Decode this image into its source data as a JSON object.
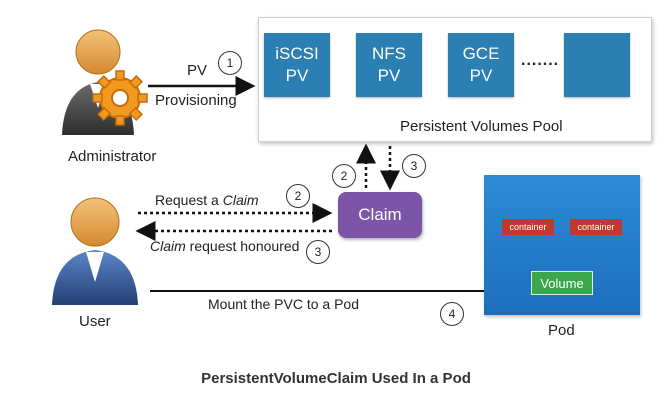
{
  "administrator": {
    "label": "Administrator",
    "icon": "administrator-gear-icon"
  },
  "user": {
    "label": "User",
    "icon": "user-person-icon"
  },
  "pv_provisioning": {
    "line1": "PV",
    "line2": "Provisioning",
    "step": "1"
  },
  "pool": {
    "title": "Persistent Volumes Pool",
    "volumes": [
      {
        "line1": "iSCSI",
        "line2": "PV"
      },
      {
        "line1": "NFS",
        "line2": "PV"
      },
      {
        "line1": "GCE",
        "line2": "PV"
      },
      {
        "line1": "",
        "line2": ""
      }
    ],
    "ellipsis": "......."
  },
  "claim": {
    "label": "Claim",
    "step_up": "2",
    "step_down": "3"
  },
  "request": {
    "prefix": "Request a ",
    "emph": "Claim",
    "step": "2"
  },
  "honoured": {
    "emph": "Claim",
    "suffix": " request honoured",
    "step": "3"
  },
  "mount": {
    "label": "Mount the PVC to a Pod",
    "step": "4"
  },
  "pod": {
    "label": "Pod",
    "containers": [
      "container",
      "container"
    ],
    "volume": "Volume"
  },
  "caption": "PersistentVolumeClaim Used In a Pod"
}
